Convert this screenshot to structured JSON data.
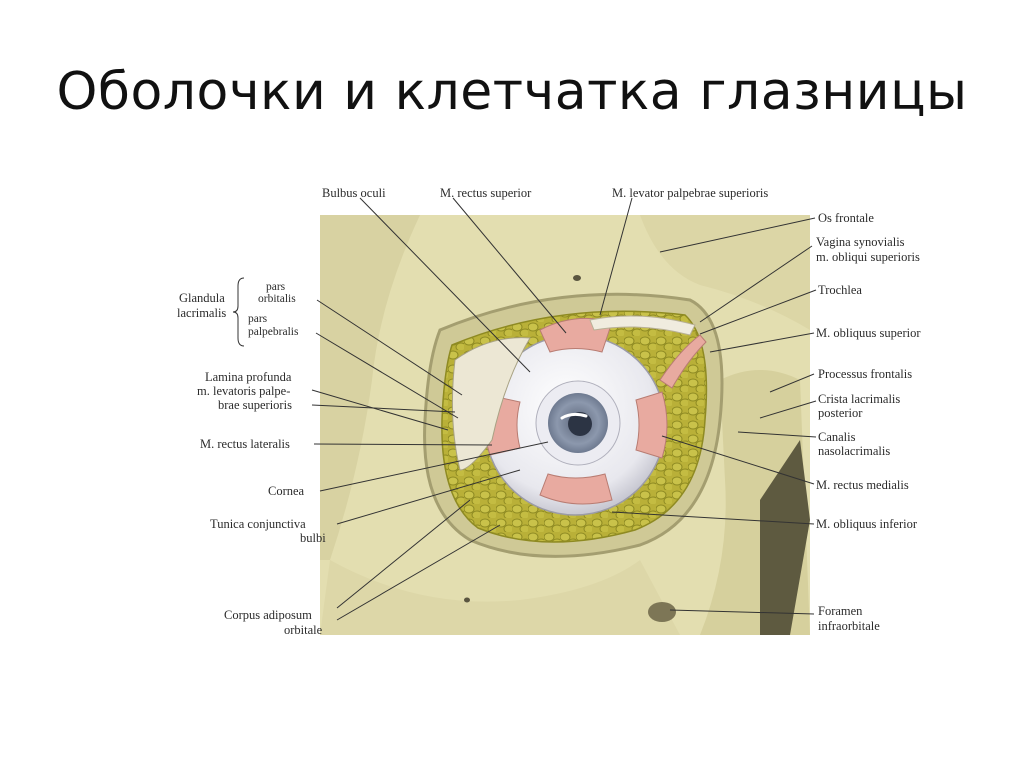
{
  "title": "Оболочки и  клетчатка глазницы",
  "labels": {
    "bulbus_oculi": "Bulbus oculi",
    "rectus_superior": "M. rectus superior",
    "levator": "M. levator palpebrae superioris",
    "os_frontale": "Os frontale",
    "vagina_1": "Vagina synovialis",
    "vagina_2": "m. obliqui superioris",
    "trochlea": "Trochlea",
    "obliquus_superior": "M. obliquus superior",
    "processus_frontalis": "Processus frontalis",
    "crista_1": "Crista lacrimalis",
    "crista_2": "posterior",
    "canalis_1": "Canalis",
    "canalis_2": "nasolacrimalis",
    "rectus_medialis": "M. rectus medialis",
    "obliquus_inferior": "M. obliquus inferior",
    "foramen_1": "Foramen",
    "foramen_2": "infraorbitale",
    "glandula_1": "Glandula",
    "glandula_2": "lacrimalis",
    "pars_orbitalis_1": "pars",
    "pars_orbitalis_2": "orbitalis",
    "pars_palpebralis_1": "pars",
    "pars_palpebralis_2": "palpebralis",
    "lamina_1": "Lamina profunda",
    "lamina_2": "m. levatoris palpe-",
    "lamina_3": "brae superioris",
    "rectus_lateralis": "M. rectus lateralis",
    "cornea": "Cornea",
    "tunica_1": "Tunica conjunctiva",
    "tunica_2": "bulbi",
    "corpus_1": "Corpus adiposum",
    "corpus_2": "orbitale"
  },
  "colors": {
    "bone": "#e3deb0",
    "bone_dark": "#c9c393",
    "fat": "#b9b038",
    "fat_dark": "#8e8a22",
    "muscle": "#e8aaa0",
    "sclera": "#f4f4f6",
    "iris": "#8c98ad",
    "pupil": "#2c3444"
  }
}
